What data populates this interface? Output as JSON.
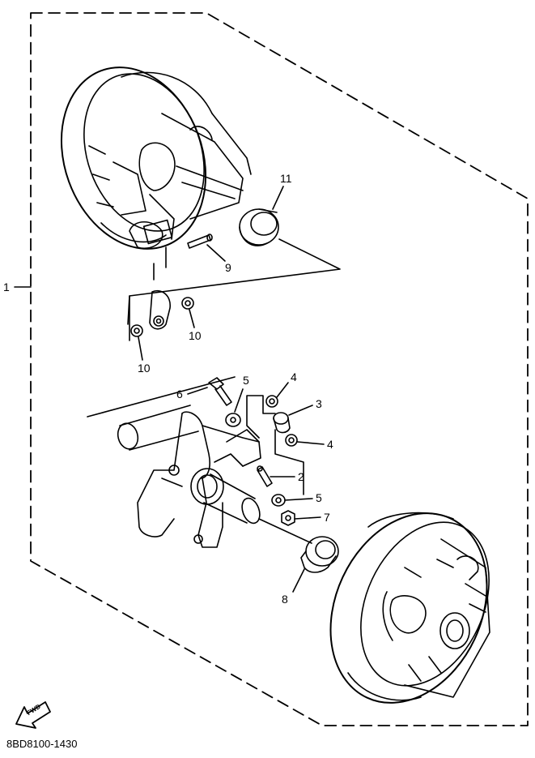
{
  "diagram": {
    "catalog_code": "8BD8100-1430",
    "fwd_label": "FWD",
    "callouts": {
      "c1": "1",
      "c2": "2",
      "c3": "3",
      "c4a": "4",
      "c4b": "4",
      "c5a": "5",
      "c5b": "5",
      "c6": "6",
      "c7": "7",
      "c8": "8",
      "c9": "9",
      "c10a": "10",
      "c10b": "10",
      "c11": "11"
    }
  }
}
